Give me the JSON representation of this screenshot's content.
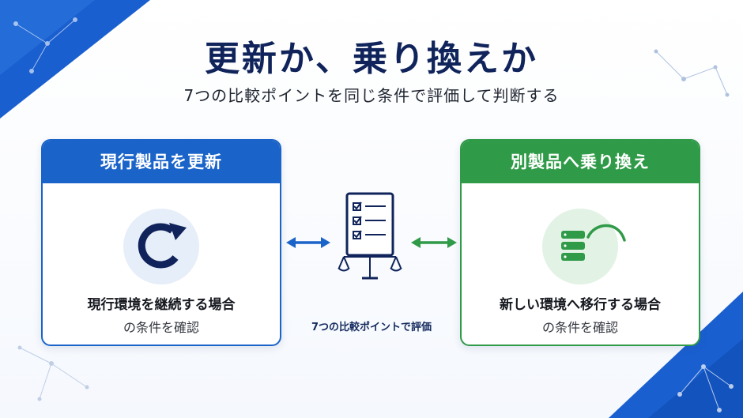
{
  "header": {
    "title": "更新か、乗り換えか",
    "subtitle": "7つの比較ポイントを同じ条件で評価して判断する"
  },
  "cards": {
    "left": {
      "title": "現行製品を更新",
      "icon": "refresh-icon",
      "line1": "現行環境を継続する場合",
      "line2": "の条件を確認",
      "color": "#1a63c9"
    },
    "right": {
      "title": "別製品へ乗り換え",
      "icon": "server-migration-icon",
      "line1": "新しい環境へ移行する場合",
      "line2": "の条件を確認",
      "color": "#2f9a47"
    }
  },
  "center": {
    "icon": "checklist-scale-icon",
    "label": "7つの比較ポイントで評価"
  },
  "colors": {
    "title": "#10245b",
    "accent_blue": "#1a63c9",
    "accent_green": "#2f9a47"
  }
}
